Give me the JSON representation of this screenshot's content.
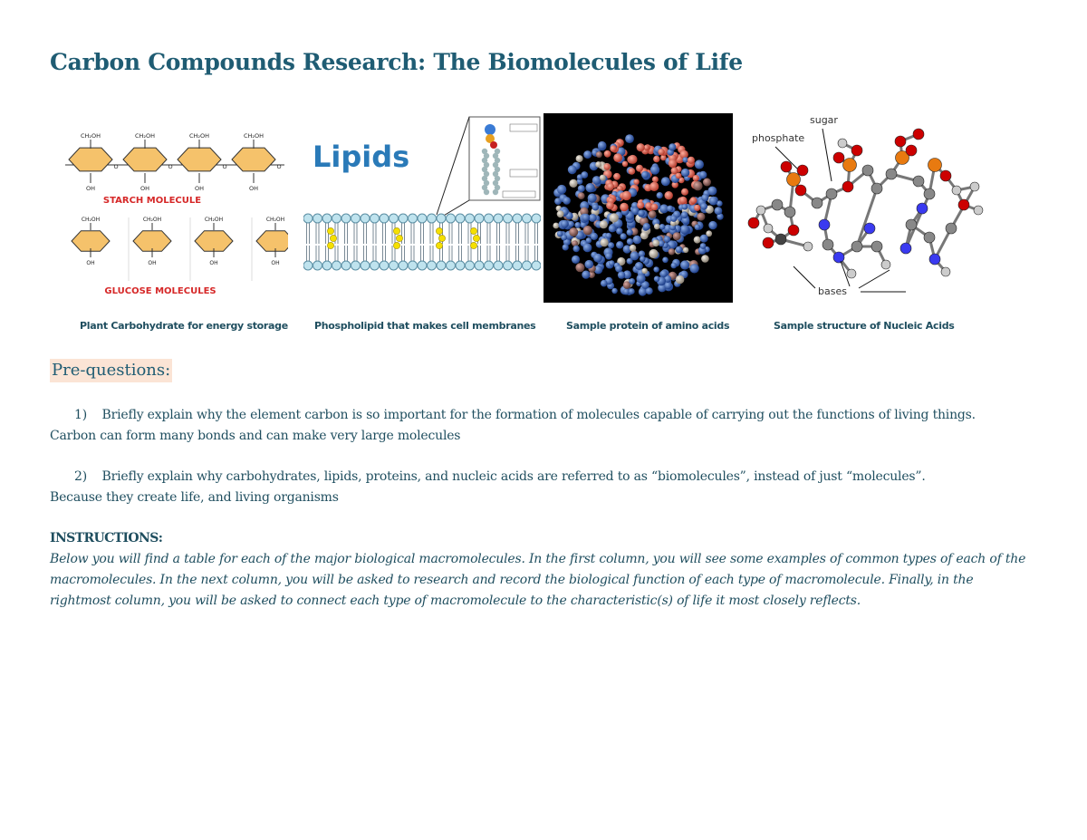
{
  "title": "Carbon Compounds Research: The Biomolecules of Life",
  "images": {
    "starch": {
      "label_ch2oh": "CH₂OH",
      "label_oh": "OH",
      "label_o": "O",
      "starch_label": "STARCH MOLECULE",
      "glucose_label": "GLUCOSE MOLECULES",
      "caption": "Plant Carbohydrate for energy storage"
    },
    "lipids": {
      "heading": "Lipids",
      "caption": "Phospholipid that makes cell membranes"
    },
    "protein": {
      "caption": "Sample protein of amino acids"
    },
    "nucleic": {
      "label_sugar": "sugar",
      "label_phosphate": "phosphate",
      "label_bases": "bases",
      "caption": "Sample structure of Nucleic Acids"
    }
  },
  "prequestions": {
    "heading": "Pre-questions:",
    "items": [
      {
        "number": "1)",
        "question": "Briefly explain why the element carbon is so important for the formation of molecules capable of carrying out the functions of living things.",
        "answer": "Carbon can form many bonds and can make very large molecules"
      },
      {
        "number": "2)",
        "question": "Briefly explain why carbohydrates, lipids, proteins, and nucleic acids are referred to as “biomolecules”, instead of just “molecules”.",
        "answer": "Because they create life, and living organisms"
      }
    ]
  },
  "instructions": {
    "heading": "INSTRUCTIONS:",
    "body": "Below you will find a table for each of the major biological macromolecules. In the first  column, you will see some examples of common types of each of the macromolecules. In the next column, you will be asked to research and record the biological function of each type of macromolecule. Finally, in the rightmost column, you will be asked to connect each type of macromolecule to the characteristic(s) of life it most closely reflects."
  },
  "colors": {
    "title": "#1f5c73",
    "text": "#1f4e5f",
    "highlight": "#fbe4d5",
    "sugar_ring": "#f5c26b",
    "label_red": "#d62828",
    "lipids_blue": "#2a7ab8"
  }
}
